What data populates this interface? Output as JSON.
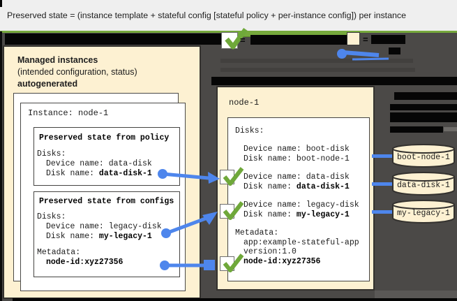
{
  "title": "Preserved state = (instance template + stateful config [stateful policy + per-instance config]) per instance",
  "legend": {
    "equals": "=",
    "check_icon": "green-checkmark",
    "config_swatch": "beige-preserved-state-swatch",
    "reference_icon": "blue-dot-arrow"
  },
  "managed_panel": {
    "heading": "Managed instances",
    "subheading": "(intended configuration, status)",
    "heading2": "autogenerated",
    "instance_title": "Instance: node-1",
    "policy_box": {
      "title": "Preserved state from policy",
      "disks_label": "Disks:",
      "device_line": "Device name: data-disk",
      "disk_prefix": "Disk name: ",
      "disk_value": "data-disk-1"
    },
    "configs_box": {
      "title": "Preserved state from configs",
      "disks_label": "Disks:",
      "device_line": "Device name: legacy-disk",
      "disk_prefix": "Disk name: ",
      "disk_value": "my-legacy-1",
      "metadata_label": "Metadata:",
      "metadata_value": "node-id:xyz27356"
    }
  },
  "vm_panel": {
    "title": "node-1",
    "disks_label": "Disks:",
    "disk_entries": [
      {
        "device": "Device name: boot-disk",
        "disk_prefix": "Disk name: ",
        "disk_value": "boot-node-1"
      },
      {
        "device": "Device name: data-disk",
        "disk_prefix": "Disk name: ",
        "disk_value": "data-disk-1"
      },
      {
        "device": "Device name: legacy-disk",
        "disk_prefix": "Disk name: ",
        "disk_value": "my-legacy-1"
      }
    ],
    "metadata_label": "Metadata:",
    "metadata_line1": "app:example-stateful-app",
    "metadata_line2": "version:1.0",
    "metadata_bold": "node-id:xyz27356"
  },
  "disks": [
    "boot-node-1",
    "data-disk-1",
    "my-legacy-1"
  ],
  "colors": {
    "background_dark": "#4b4947",
    "title_band": "#efefef",
    "beige": "#fdf1d2",
    "green": "#76a93c",
    "blue": "#4e86ec",
    "redaction_black": "#060606"
  }
}
